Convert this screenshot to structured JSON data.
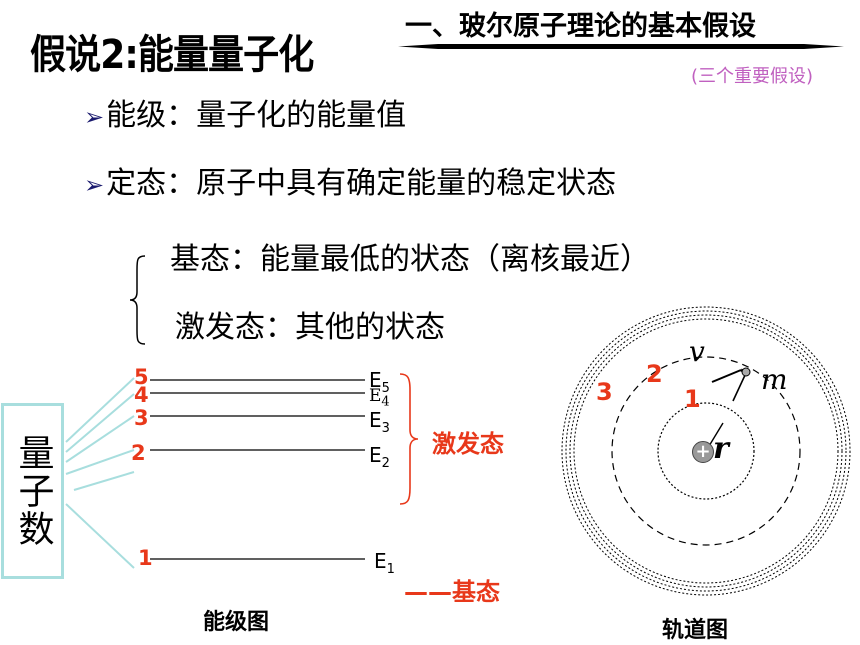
{
  "title": "假说2:能量量子化",
  "section_title": "一、玻尔原子理论的基本假设",
  "section_note": "(三个重要假设)",
  "bullets": [
    "能级：量子化的能量值",
    "定态：原子中具有确定能量的稳定状态"
  ],
  "states": [
    "基态：能量最低的状态（离核最近）",
    "激发态：其他的状态"
  ],
  "energy_diagram": {
    "quantum_numbers": [
      "5",
      "4",
      "3",
      "2",
      "1"
    ],
    "levels": [
      {
        "symbol": "E",
        "sub": "5"
      },
      {
        "symbol": "E",
        "sub": "4"
      },
      {
        "symbol": "E",
        "sub": "3"
      },
      {
        "symbol": "E",
        "sub": "2"
      },
      {
        "symbol": "E",
        "sub": "1"
      }
    ],
    "excited_label": "激发态",
    "ground_label": "——基态",
    "quantum_box_label": "量子数",
    "caption": "能级图"
  },
  "orbit_diagram": {
    "orbit_numbers": [
      "1",
      "2",
      "3"
    ],
    "velocity_label": "v",
    "mass_label": "m",
    "radius_label": "r",
    "nucleus_symbol": "+",
    "caption": "轨道图"
  },
  "colors": {
    "accent_red": "#e8381a",
    "note_purple": "#c060c0",
    "box_teal": "#a8dede",
    "arrow_navy": "#1a1a6e"
  }
}
